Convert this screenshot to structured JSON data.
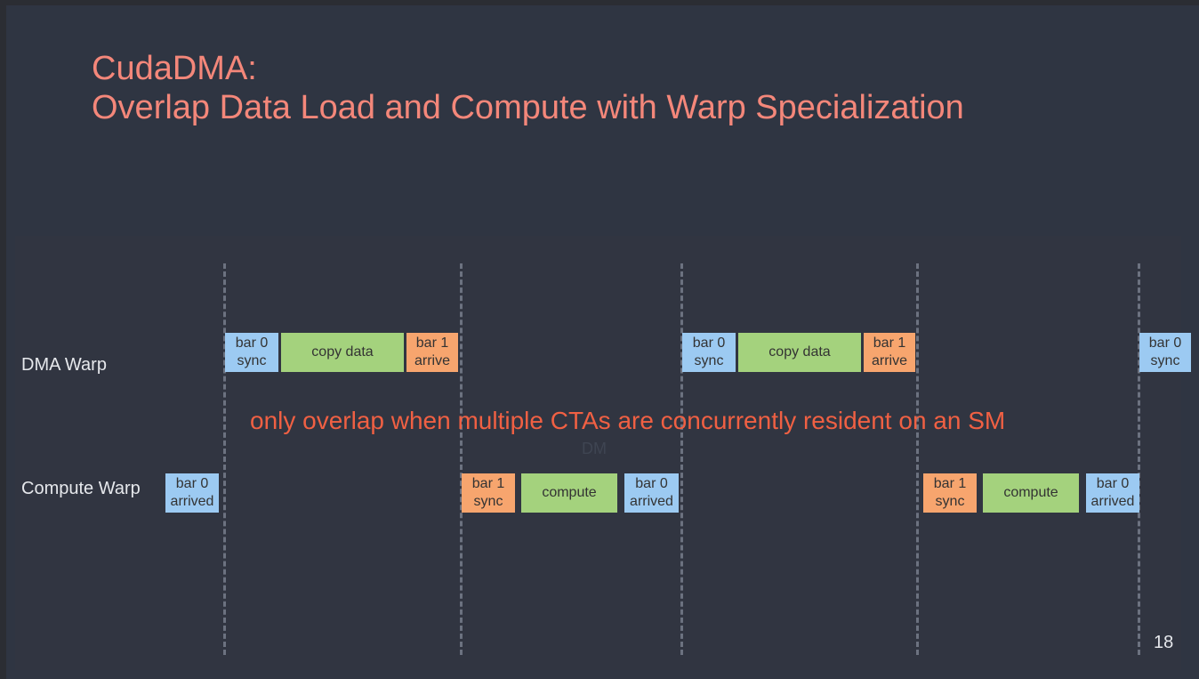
{
  "title": {
    "line1": "CudaDMA:",
    "line2": "Overlap Data Load and Compute with Warp Specialization"
  },
  "rows": {
    "dma": "DMA Warp",
    "compute": "Compute Warp"
  },
  "note": "only overlap when multiple CTAs are concurrently resident on an SM",
  "ghost_text": "DM",
  "page_number": "18",
  "dma_blocks": [
    {
      "l1": "bar 0",
      "l2": "sync"
    },
    {
      "l1": "copy data",
      "l2": ""
    },
    {
      "l1": "bar 1",
      "l2": "arrive"
    },
    {
      "l1": "bar 0",
      "l2": "sync"
    },
    {
      "l1": "copy data",
      "l2": ""
    },
    {
      "l1": "bar 1",
      "l2": "arrive"
    },
    {
      "l1": "bar 0",
      "l2": "sync"
    }
  ],
  "compute_blocks": [
    {
      "l1": "bar 0",
      "l2": "arrived"
    },
    {
      "l1": "bar 1",
      "l2": "sync"
    },
    {
      "l1": "compute",
      "l2": ""
    },
    {
      "l1": "bar 0",
      "l2": "arrived"
    },
    {
      "l1": "bar 1",
      "l2": "sync"
    },
    {
      "l1": "compute",
      "l2": ""
    },
    {
      "l1": "bar 0",
      "l2": "arrived"
    }
  ],
  "colors": {
    "sync_arrived": "#9ccaf2",
    "work": "#a4d27d",
    "arrive_sync1": "#f7a56e",
    "title": "#f4877a",
    "note": "#f06043"
  }
}
